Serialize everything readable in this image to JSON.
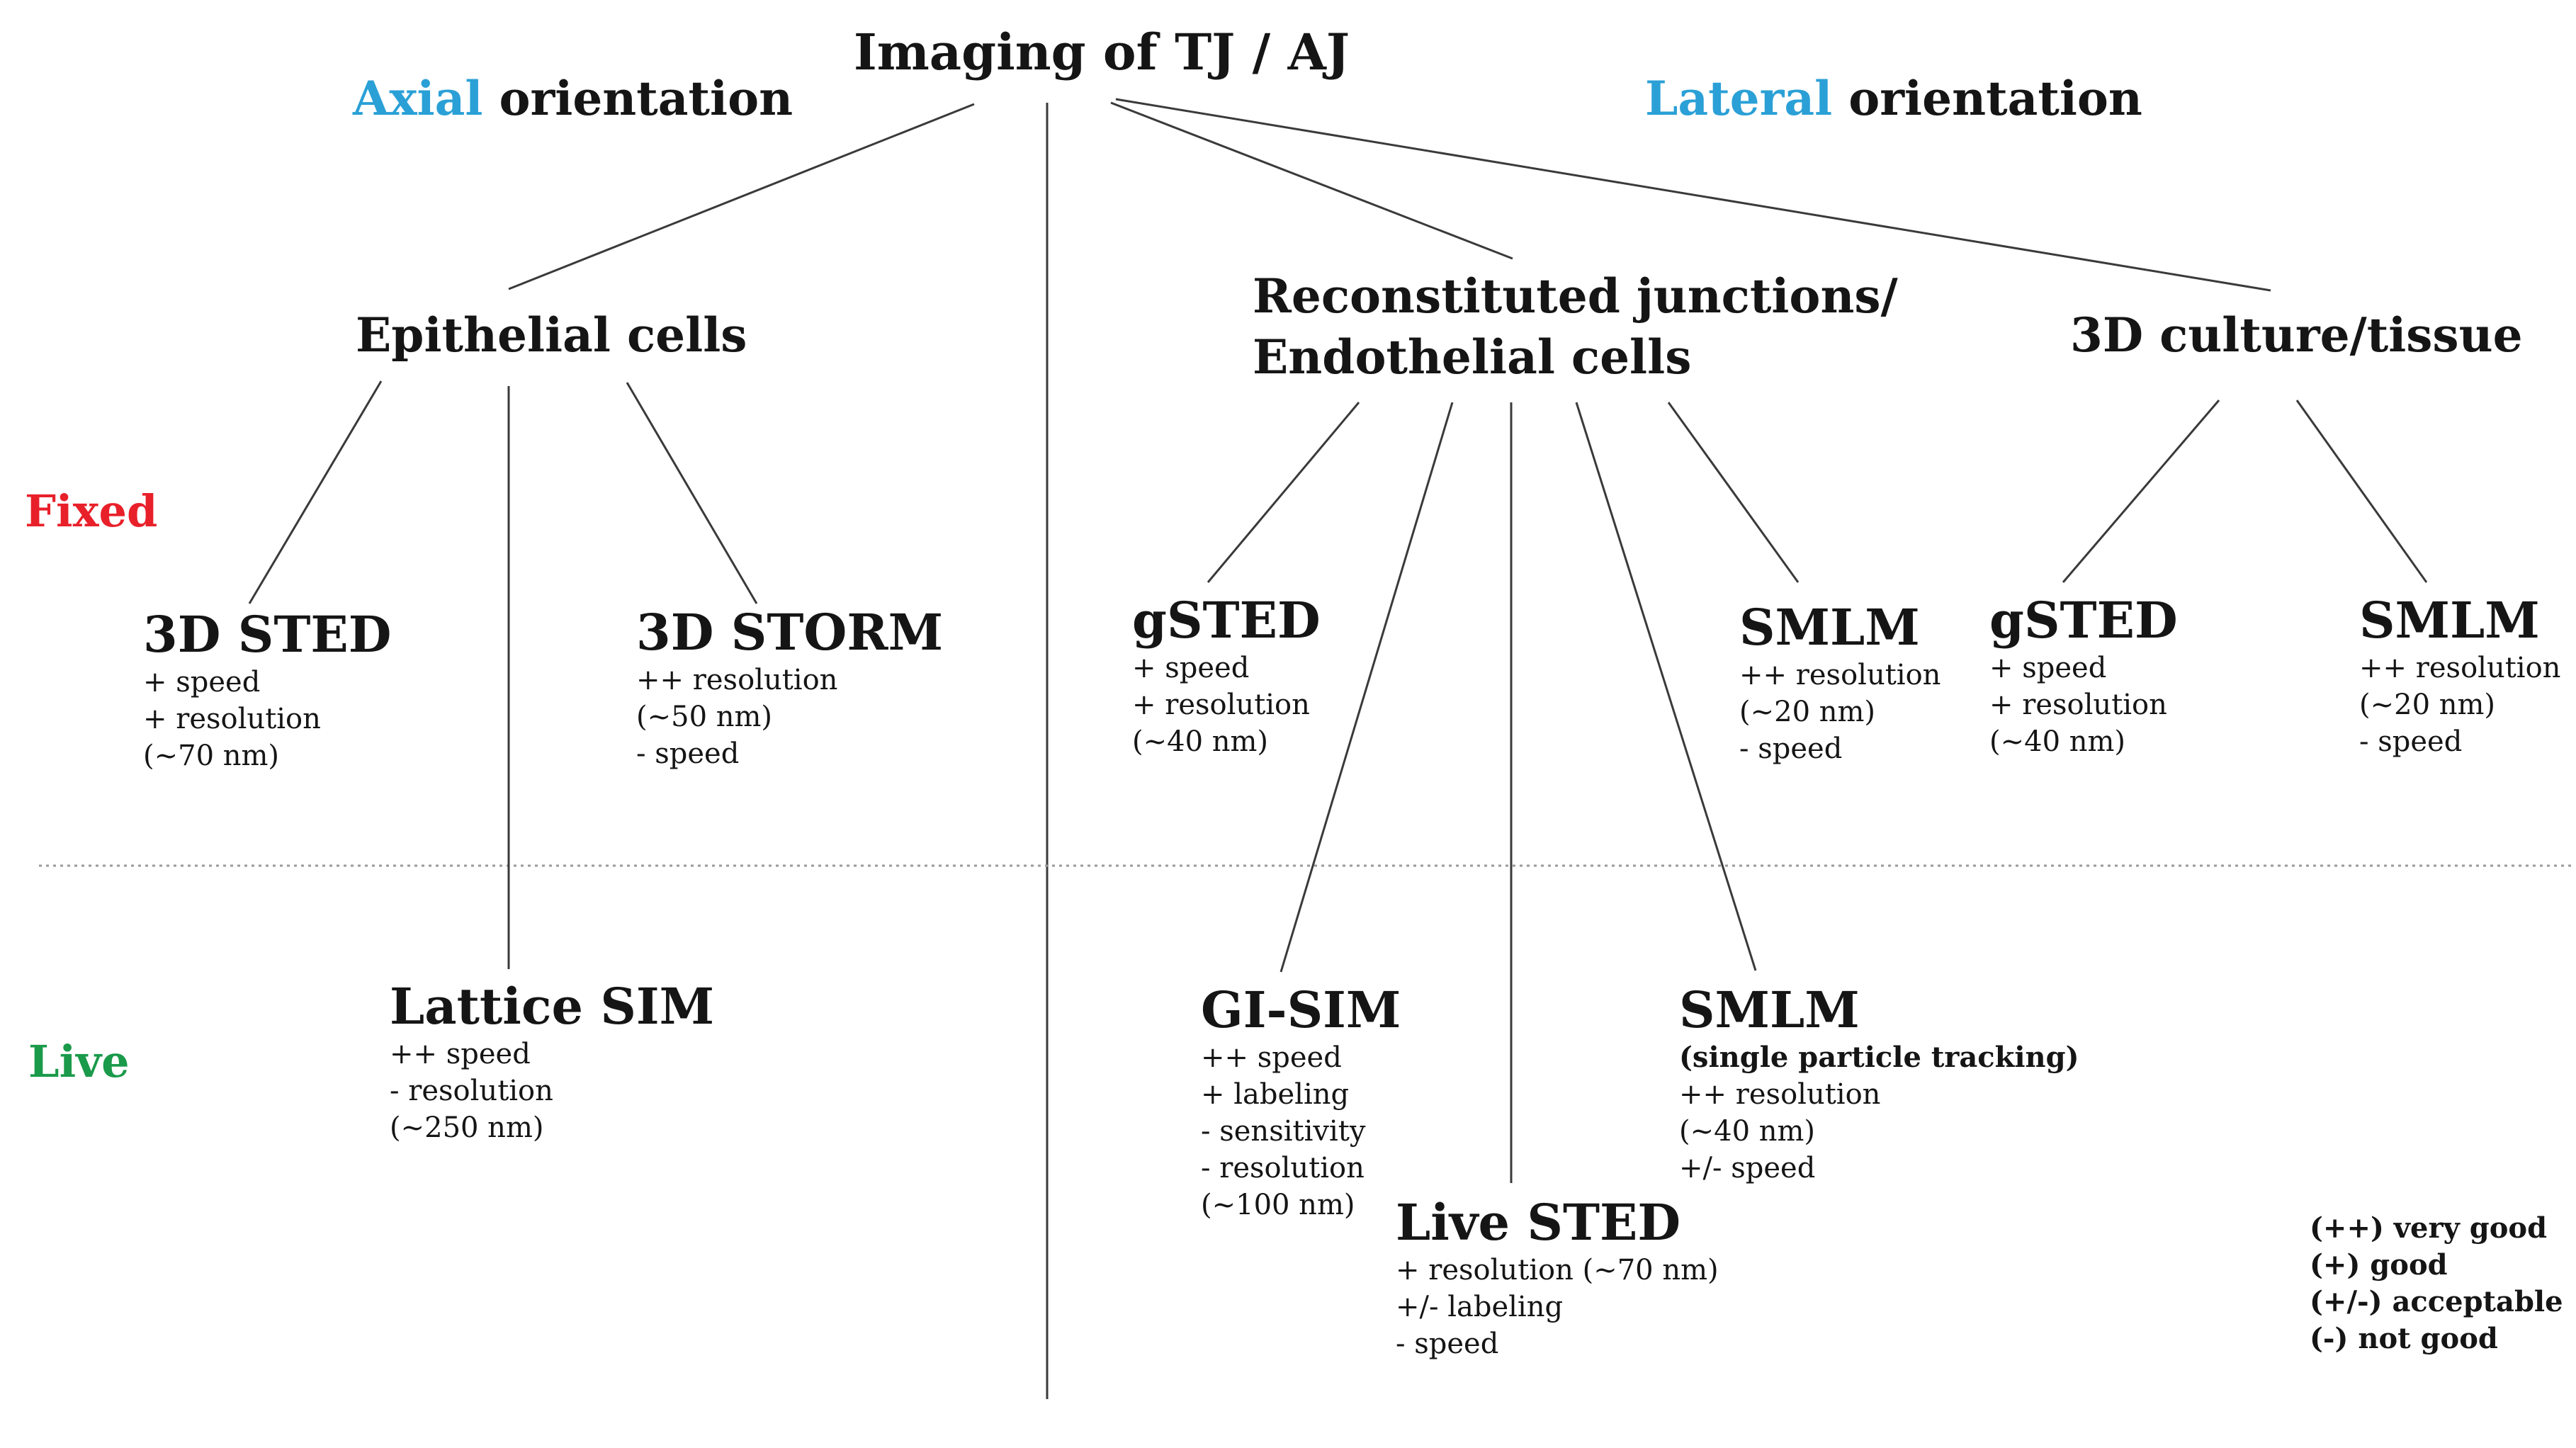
{
  "title": "Imaging of TJ / AJ",
  "orientations": {
    "axial": {
      "accent": "Axial",
      "rest": " orientation",
      "accent_color": "#2aa0d6"
    },
    "lateral": {
      "accent": "Lateral",
      "rest": " orientation",
      "accent_color": "#2aa0d6"
    }
  },
  "categories": {
    "epithelial": "Epithelial cells",
    "reconstituted_line1": "Reconstituted junctions/",
    "reconstituted_line2": "Endothelial cells",
    "culture": "3D culture/tissue"
  },
  "row_labels": {
    "fixed": {
      "text": "Fixed",
      "color": "#e8202a"
    },
    "live": {
      "text": "Live",
      "color": "#1a9a4a"
    }
  },
  "methods": {
    "sted3d": {
      "name": "3D STED",
      "props": [
        "+ speed",
        "+ resolution",
        "(~70 nm)"
      ]
    },
    "storm3d": {
      "name": "3D STORM",
      "props": [
        "++ resolution",
        "(~50 nm)",
        "- speed"
      ]
    },
    "gsted_recon": {
      "name": "gSTED",
      "props": [
        "+ speed",
        "+ resolution",
        "(~40 nm)"
      ]
    },
    "smlm_recon_fixed": {
      "name": "SMLM",
      "props": [
        "++ resolution",
        "(~20 nm)",
        "- speed"
      ]
    },
    "gsted_3d": {
      "name": "gSTED",
      "props": [
        "+ speed",
        "+ resolution",
        "(~40 nm)"
      ]
    },
    "smlm_3d": {
      "name": "SMLM",
      "props": [
        "++ resolution",
        "(~20 nm)",
        "- speed"
      ]
    },
    "lattice_sim": {
      "name": "Lattice SIM",
      "props": [
        "++ speed",
        "- resolution",
        "(~250 nm)"
      ]
    },
    "gi_sim": {
      "name": "GI-SIM",
      "props": [
        "++ speed",
        "+ labeling",
        "- sensitivity",
        "- resolution",
        "(~100 nm)"
      ]
    },
    "live_sted": {
      "name": "Live STED",
      "props": [
        "+ resolution (~70 nm)",
        "+/- labeling",
        "- speed"
      ]
    },
    "smlm_live": {
      "name": "SMLM",
      "subtitle": "(single particle tracking)",
      "props": [
        "++ resolution",
        "(~40 nm)",
        "+/- speed"
      ]
    }
  },
  "legend": [
    "(++) very good",
    "(+) good",
    "(+/-) acceptable",
    "(-) not good"
  ]
}
